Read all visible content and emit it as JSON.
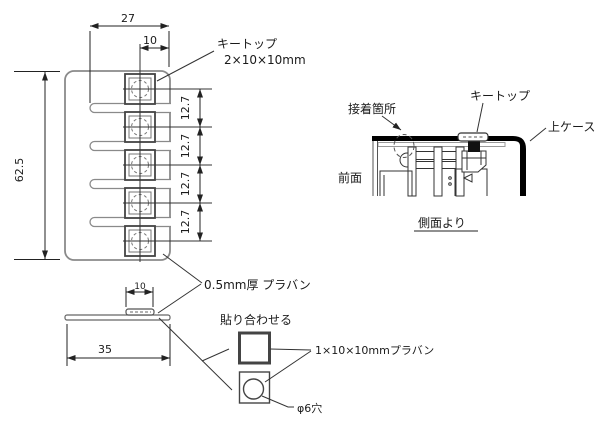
{
  "colors": {
    "background": "#ffffff",
    "line": "#444444",
    "plate_line": "#8a8a8a",
    "dim_line": "#222222",
    "case_fill": "#000000"
  },
  "front_view": {
    "dim_top_width": "27",
    "dim_key_center": "10",
    "dim_height": "62.5",
    "pitch_dims": [
      "12.7",
      "12.7",
      "12.7",
      "12.7"
    ],
    "callout_keytop_1": "キートップ",
    "callout_keytop_2": "2×10×10mm"
  },
  "bottom_view": {
    "dim_keytop": "10",
    "dim_width": "35",
    "callout_sheet": "0.5mm厚 プラバン"
  },
  "detail_view": {
    "note_glue": "貼り合わせる",
    "callout_piece": "1×10×10mmプラバン",
    "callout_hole": "φ6穴"
  },
  "side_view": {
    "callout_adhesive": "接着箇所",
    "callout_keytop": "キートップ",
    "callout_case": "上ケース",
    "label_front": "前面",
    "caption": "側面より"
  }
}
